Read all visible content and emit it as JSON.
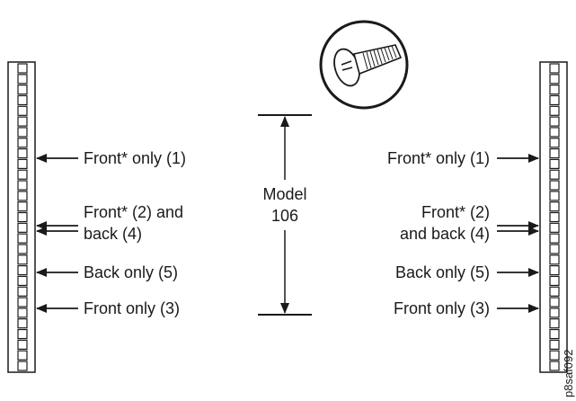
{
  "diagram": {
    "labels": {
      "front_only_1": "Front* only (1)",
      "front_2_and_back_4_left": [
        "Front* (2) and",
        "back (4)"
      ],
      "front_2_and_back_4_right": [
        "Front* (2)",
        "and back (4)"
      ],
      "back_only_5": "Back only (5)",
      "front_only_3": "Front only (3)",
      "model": [
        "Model",
        "106"
      ]
    },
    "figure_id": "p8saf092",
    "rail": {
      "hole_count": 29
    },
    "icons": [
      "screw-icon"
    ]
  }
}
